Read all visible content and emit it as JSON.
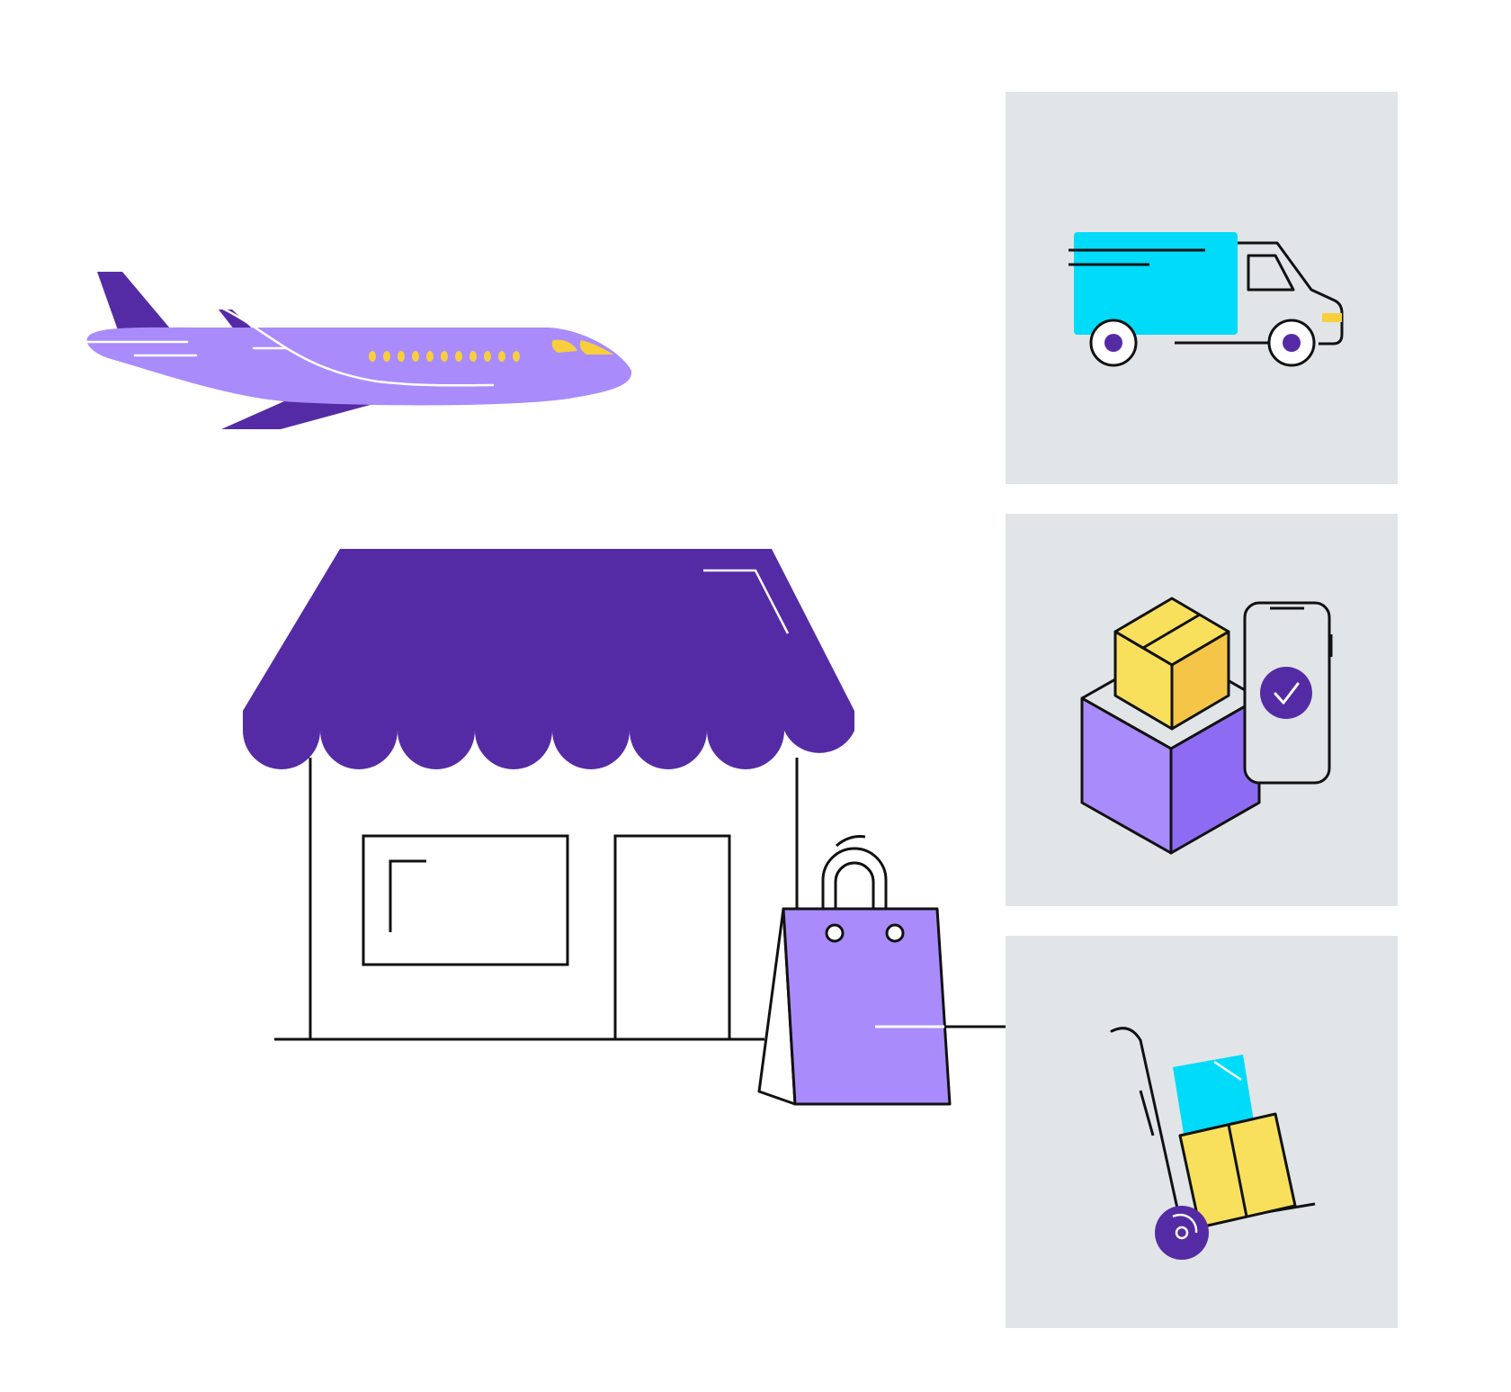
{
  "colors": {
    "background": "#ffffff",
    "panel": "#e1e5e7",
    "purple_dark": "#552ba5",
    "purple_light": "#a98bfc",
    "purple_mid": "#8e6bf3",
    "cyan": "#00dbfa",
    "yellow": "#f8e05c",
    "yellow_dark": "#f4c547",
    "window_yellow": "#f8cf3b",
    "outline": "#111111"
  },
  "scene": {
    "airplane": {
      "icon": "airplane-icon"
    },
    "storefront": {
      "icon": "storefront-icon"
    },
    "shopping_bag": {
      "icon": "shopping-bag-icon"
    },
    "arrow": {
      "icon": "arrow-right-icon"
    },
    "panels": [
      {
        "name": "delivery-truck-panel",
        "icon": "delivery-truck-icon"
      },
      {
        "name": "package-confirmation-panel",
        "icon": "package-phone-check-icon"
      },
      {
        "name": "hand-truck-panel",
        "icon": "hand-truck-boxes-icon"
      }
    ]
  }
}
